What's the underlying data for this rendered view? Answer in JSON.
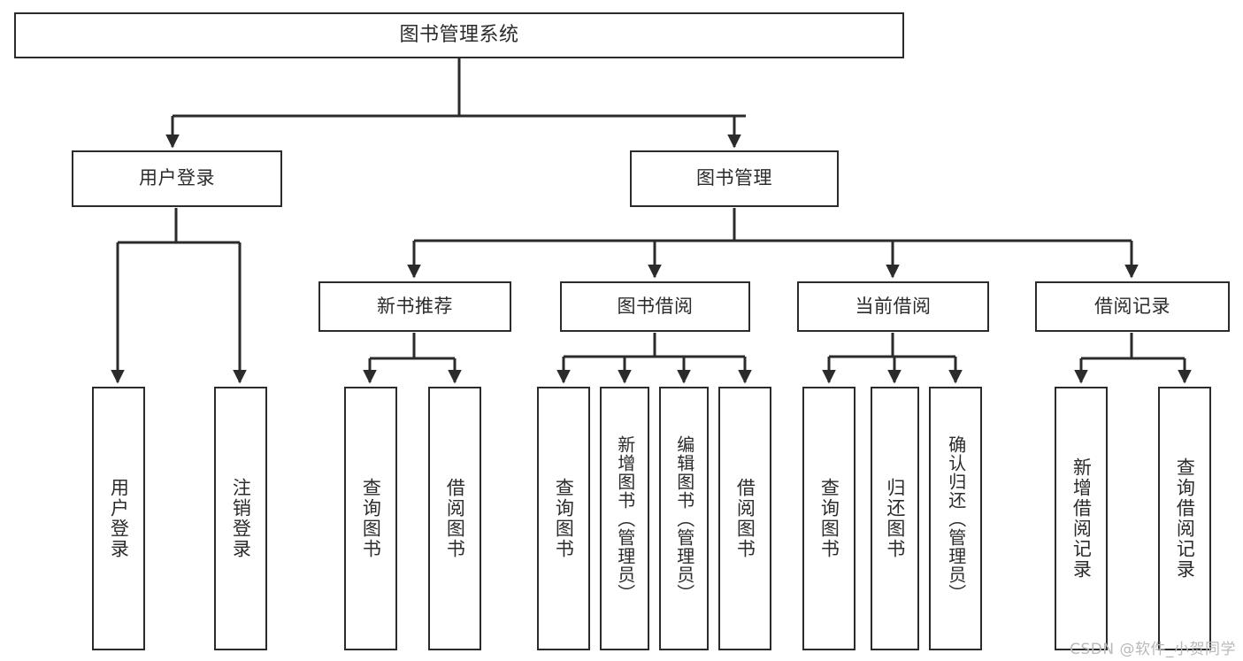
{
  "diagram": {
    "title": "图书管理系统",
    "watermark": "CSDN @软件_小贺同学",
    "line_color": "#2b2b2b",
    "box_fill": "#ffffff",
    "text_color": "#2b2b2b",
    "watermark_color": "#b9b9b9"
  },
  "nodes": {
    "root": {
      "label": "图书管理系统"
    },
    "level2": [
      {
        "label": "用户登录"
      },
      {
        "label": "图书管理"
      }
    ],
    "level3": [
      {
        "label": "新书推荐"
      },
      {
        "label": "图书借阅"
      },
      {
        "label": "当前借阅"
      },
      {
        "label": "借阅记录"
      }
    ],
    "leaves": {
      "user_login": [
        {
          "label": "用户登录"
        },
        {
          "label": "注销登录"
        }
      ],
      "new_book_recommend": [
        {
          "label": "查询图书"
        },
        {
          "label": "借阅图书"
        }
      ],
      "book_borrow": [
        {
          "label": "查询图书"
        },
        {
          "label": "新增图书（管理员）"
        },
        {
          "label": "编辑图书（管理员）"
        },
        {
          "label": "借阅图书"
        }
      ],
      "current_borrow": [
        {
          "label": "查询图书"
        },
        {
          "label": "归还图书"
        },
        {
          "label": "确认归还（管理员）"
        }
      ],
      "borrow_record": [
        {
          "label": "新增借阅记录"
        },
        {
          "label": "查询借阅记录"
        }
      ]
    }
  }
}
